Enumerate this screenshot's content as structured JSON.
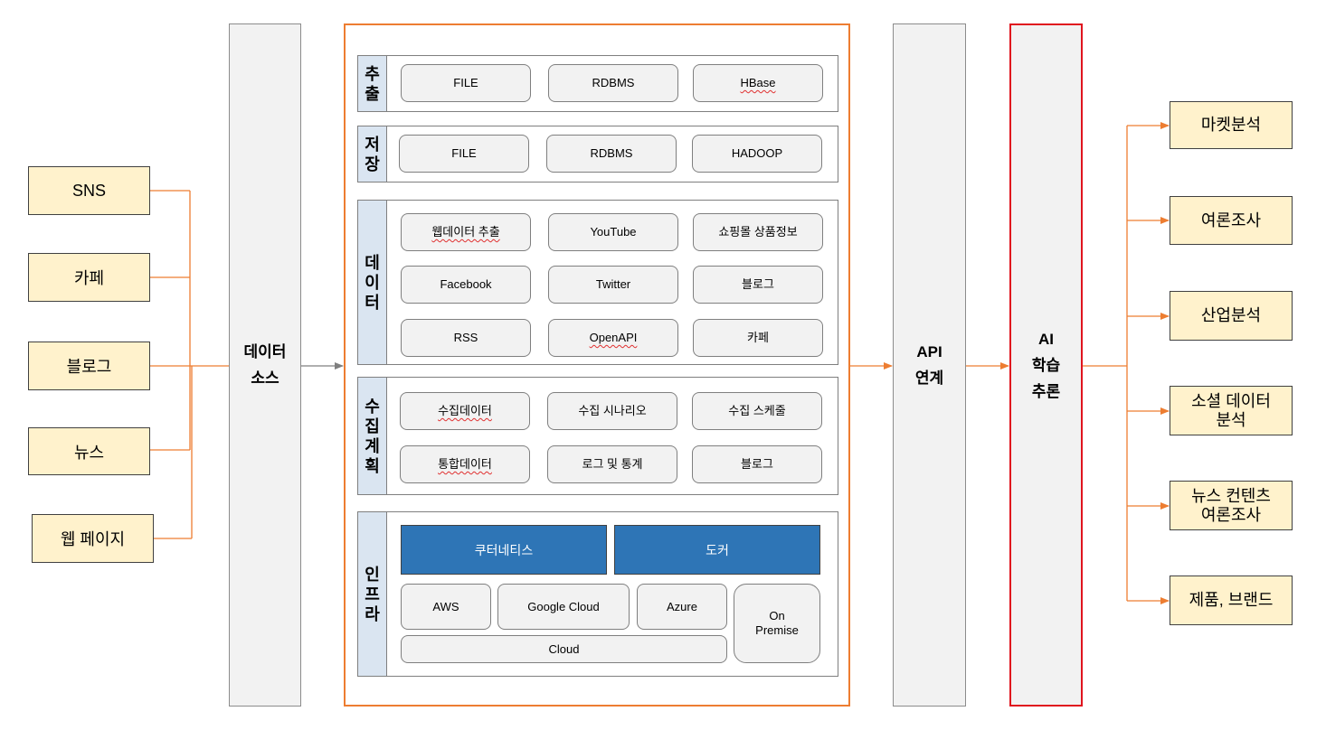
{
  "sources": [
    "SNS",
    "카페",
    "블로그",
    "뉴스",
    "웹 페이지"
  ],
  "data_source": "데이터\n소스",
  "platform": {
    "extract": {
      "label": "추\n출",
      "items": [
        "FILE",
        "RDBMS",
        "HBase"
      ]
    },
    "store": {
      "label": "저\n장",
      "items": [
        "FILE",
        "RDBMS",
        "HADOOP"
      ]
    },
    "data": {
      "label": "데\n이\n터",
      "items": [
        "웹데이터 추출",
        "YouTube",
        "쇼핑몰 상품정보",
        "Facebook",
        "Twitter",
        "블로그",
        "RSS",
        "OpenAPI",
        "카페"
      ]
    },
    "plan": {
      "label": "수\n집\n계\n획",
      "items": [
        "수집데이터",
        "수집 시나리오",
        "수집 스케줄",
        "통합데이터",
        "로그 및 통계",
        "블로그"
      ]
    },
    "infra": {
      "label": "인\n프\n라",
      "top": [
        "쿠터네티스",
        "도커"
      ],
      "items": [
        "AWS",
        "Google Cloud",
        "Azure",
        "On\nPremise",
        "Cloud"
      ]
    }
  },
  "api": "API\n연계",
  "ai": "AI\n학습\n추론",
  "outputs": [
    "마켓분석",
    "여론조사",
    "산업분석",
    "소셜 데이터\n분석",
    "뉴스 컨텐츠\n여론조사",
    "제품, 브랜드"
  ],
  "colors": {
    "orange": "#ed7d31",
    "source_fill": "#fff2cc",
    "label_fill": "#dae5f1",
    "blue": "#2e75b6",
    "ai_border": "#e0141e"
  }
}
